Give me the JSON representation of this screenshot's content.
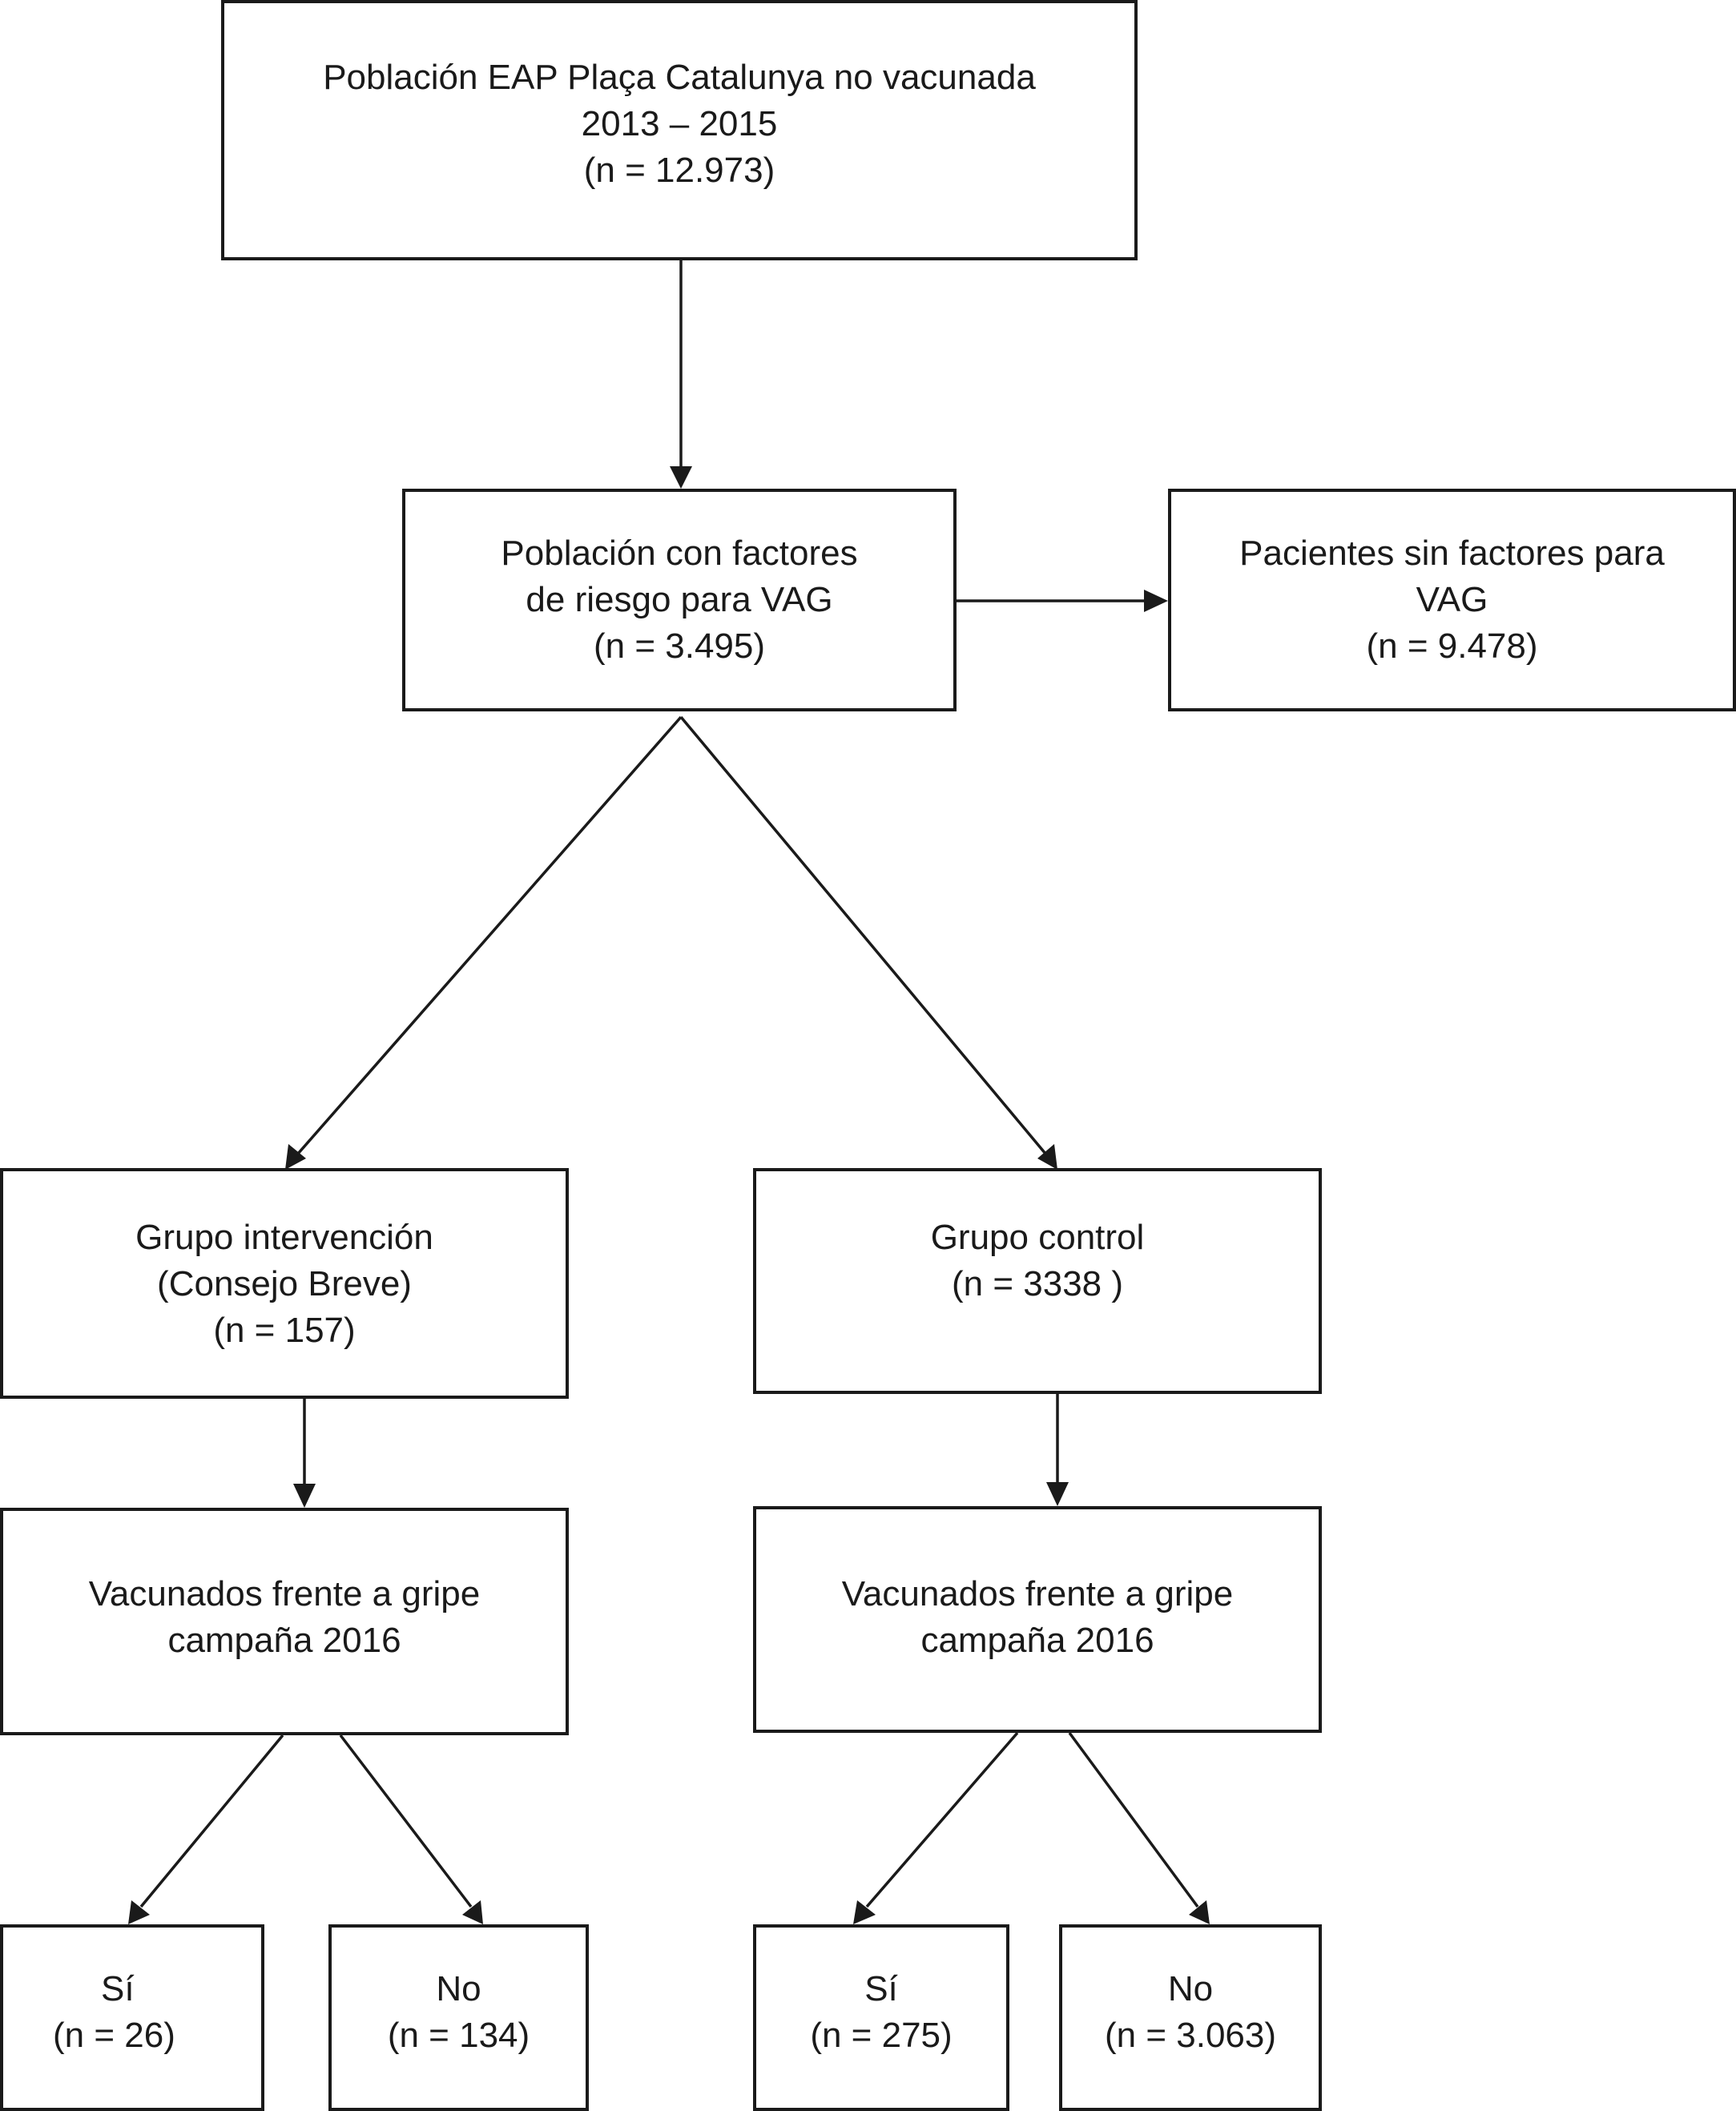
{
  "nodes": {
    "population": {
      "lines": [
        "Población EAP Plaça Catalunya no vacunada",
        "2013 – 2015",
        "(n = 12.973)"
      ]
    },
    "risk_factors": {
      "lines": [
        "Población con factores",
        "de riesgo para VAG",
        "(n = 3.495)"
      ]
    },
    "no_factors": {
      "lines": [
        "Pacientes sin factores para",
        "VAG",
        "(n = 9.478)"
      ]
    },
    "intervention": {
      "lines": [
        "Grupo intervención",
        "(Consejo Breve)",
        "(n = 157)"
      ]
    },
    "control": {
      "lines": [
        "Grupo control",
        "(n = 3338 )"
      ]
    },
    "vacc_intervention": {
      "lines": [
        "Vacunados frente a gripe",
        "campaña 2016"
      ]
    },
    "vacc_control": {
      "lines": [
        "Vacunados frente a gripe",
        "campaña 2016"
      ]
    },
    "int_yes": {
      "lines": [
        "Sí",
        "(n = 26)"
      ]
    },
    "int_no": {
      "lines": [
        "No",
        "(n = 134)"
      ]
    },
    "ctrl_yes": {
      "lines": [
        "Sí",
        "(n = 275)"
      ]
    },
    "ctrl_no": {
      "lines": [
        "No",
        "(n = 3.063)"
      ]
    }
  },
  "colors": {
    "stroke": "#1a1a1a",
    "background": "#ffffff"
  }
}
